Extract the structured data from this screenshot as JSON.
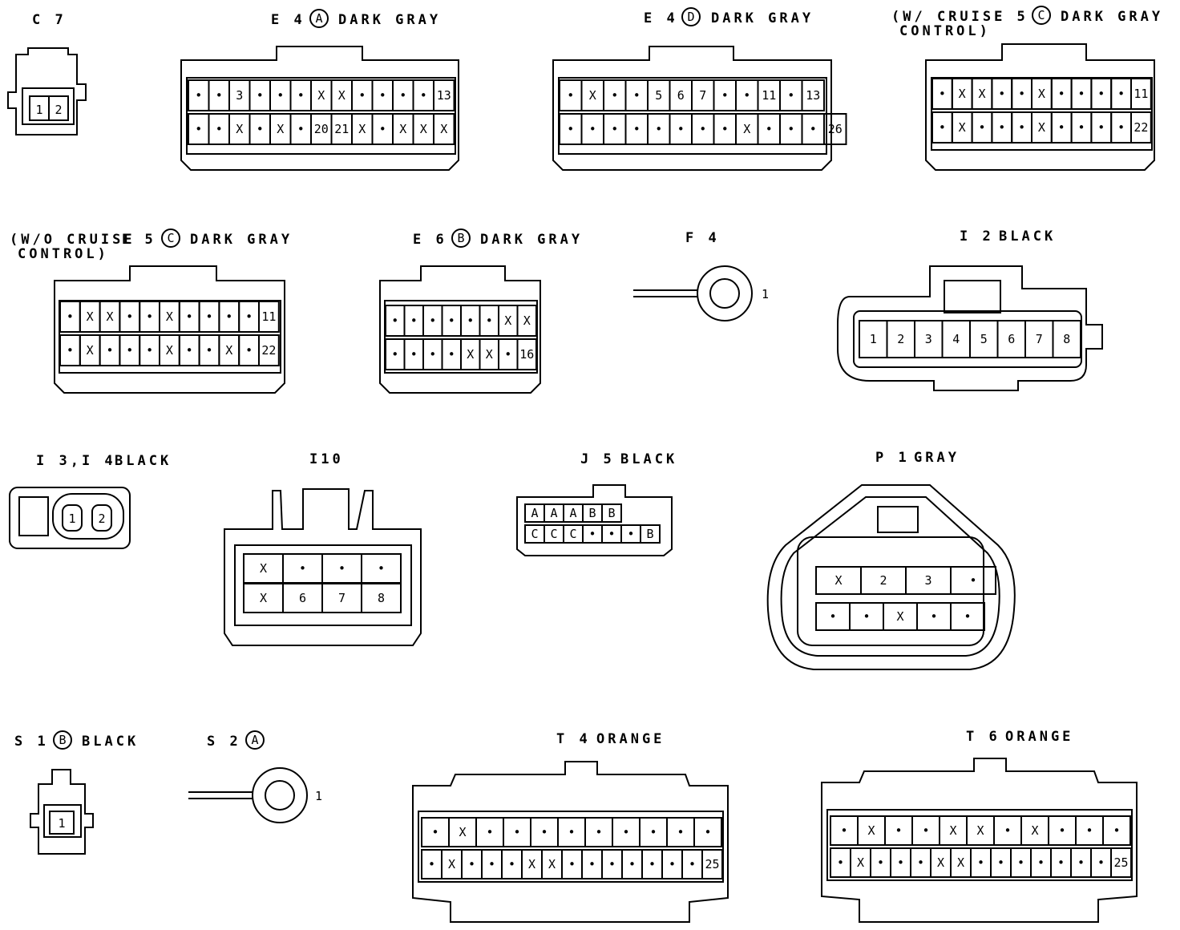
{
  "labels": {
    "c7": "C 7",
    "e4a": "E 4",
    "e4a_letter": "A",
    "e4a_color": "DARK GRAY",
    "e4d": "E 4",
    "e4d_letter": "D",
    "e4d_color": "DARK GRAY",
    "e5c_w_line1": "(W/ CRUISE",
    "e5c_w_line2": "CONTROL)",
    "e5c_w": "E 5",
    "e5c_w_letter": "C",
    "e5c_w_color": "DARK GRAY",
    "e5c_wo_line1": "(W/O CRUISE",
    "e5c_wo_line2": "CONTROL)",
    "e5c_wo": "E 5",
    "e5c_wo_letter": "C",
    "e5c_wo_color": "DARK GRAY",
    "e6b": "E 6",
    "e6b_letter": "B",
    "e6b_color": "DARK GRAY",
    "f4": "F 4",
    "i2": "I 2",
    "i2_color": "BLACK",
    "i3i4": "I 3,I 4",
    "i3i4_color": "BLACK",
    "i10": "I10",
    "j5": "J 5",
    "j5_color": "BLACK",
    "p1": "P 1",
    "p1_color": "GRAY",
    "s1": "S 1",
    "s1_letter": "B",
    "s1_color": "BLACK",
    "s2": "S 2",
    "s2_letter": "A",
    "t4": "T 4",
    "t4_color": "ORANGE",
    "t6": "T 6",
    "t6_color": "ORANGE"
  },
  "pins": {
    "c7": [
      "1",
      "2"
    ],
    "e4a_top": [
      "•",
      "•",
      "3",
      "•",
      "•",
      "•",
      "X",
      "X",
      "•",
      "•",
      "•",
      "•",
      "13"
    ],
    "e4a_bot": [
      "•",
      "•",
      "X",
      "•",
      "X",
      "•",
      "20",
      "21",
      "X",
      "•",
      "X",
      "X",
      "X"
    ],
    "e4d_top": [
      "•",
      "X",
      "•",
      "•",
      "5",
      "6",
      "7",
      "•",
      "•",
      "11",
      "•",
      "13"
    ],
    "e4d_bot": [
      "•",
      "•",
      "•",
      "•",
      "•",
      "•",
      "•",
      "•",
      "X",
      "•",
      "•",
      "•",
      "26"
    ],
    "e5w_top": [
      "•",
      "X",
      "X",
      "•",
      "•",
      "X",
      "•",
      "•",
      "•",
      "•",
      "11"
    ],
    "e5w_bot": [
      "•",
      "X",
      "•",
      "•",
      "•",
      "X",
      "•",
      "•",
      "•",
      "•",
      "22"
    ],
    "e5wo_top": [
      "•",
      "X",
      "X",
      "•",
      "•",
      "X",
      "•",
      "•",
      "•",
      "•",
      "11"
    ],
    "e5wo_bot": [
      "•",
      "X",
      "•",
      "•",
      "•",
      "X",
      "•",
      "•",
      "X",
      "•",
      "22"
    ],
    "e6_top": [
      "•",
      "•",
      "•",
      "•",
      "•",
      "•",
      "X",
      "X"
    ],
    "e6_bot": [
      "•",
      "•",
      "•",
      "•",
      "X",
      "X",
      "•",
      "16"
    ],
    "f4": "1",
    "i2": [
      "1",
      "2",
      "3",
      "4",
      "5",
      "6",
      "7",
      "8"
    ],
    "i34": [
      "1",
      "2"
    ],
    "i10_top": [
      "X",
      "•",
      "•",
      "•"
    ],
    "i10_bot": [
      "X",
      "6",
      "7",
      "8"
    ],
    "j5_top": [
      "A",
      "A",
      "A",
      "B",
      "B"
    ],
    "j5_bot": [
      "C",
      "C",
      "C",
      "•",
      "•",
      "•",
      "B"
    ],
    "p1_top": [
      "X",
      "2",
      "3",
      "•"
    ],
    "p1_bot": [
      "•",
      "•",
      "X",
      "•",
      "•"
    ],
    "s1": "1",
    "s2": "1",
    "t4_top": [
      "•",
      "X",
      "•",
      "•",
      "•",
      "•",
      "•",
      "•",
      "•",
      "•",
      "•"
    ],
    "t4_bot": [
      "•",
      "X",
      "•",
      "•",
      "•",
      "X",
      "X",
      "•",
      "•",
      "•",
      "•",
      "•",
      "•",
      "•",
      "25"
    ],
    "t6_top": [
      "•",
      "X",
      "•",
      "•",
      "X",
      "X",
      "•",
      "X",
      "•",
      "•",
      "•"
    ],
    "t6_bot": [
      "•",
      "X",
      "•",
      "•",
      "•",
      "X",
      "X",
      "•",
      "•",
      "•",
      "•",
      "•",
      "•",
      "•",
      "25"
    ]
  }
}
